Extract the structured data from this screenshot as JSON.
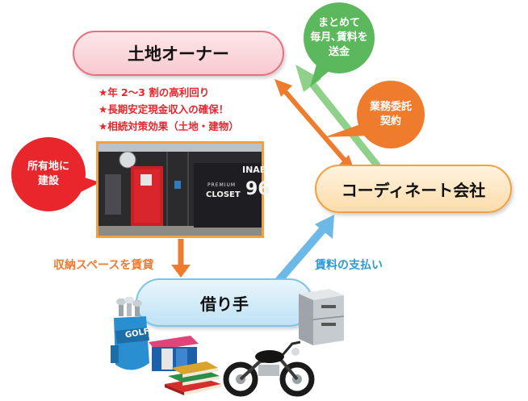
{
  "nodes": {
    "owner": "土地オーナー",
    "coordinator": "コーディネート会社",
    "borrower": "借り手"
  },
  "bubbles": {
    "monthly_rent": "まとめて\n毎月､賃料を\n送金",
    "contract": "業務委託\n契約",
    "build": "所有地に\n建設"
  },
  "benefits": [
    "★年 2～3 割の高利回り",
    "★長期安定現金収入の確保！",
    "★相続対策効果（土地・建物）"
  ],
  "edge_labels": {
    "lease": "収納スペースを賃貸",
    "payment": "賃料の支払い"
  },
  "photo_text": {
    "sign_line1": "PREMIUM",
    "sign_line2": "CLOSET",
    "sign_big": "INAB",
    "sign_num": "96"
  },
  "items": {
    "golf_text": "GOLF"
  },
  "colors": {
    "owner": "#f8c9cf",
    "coordinator": "#fddcaa",
    "borrower": "#bfe2f5",
    "green": "#5cb85c",
    "orange": "#ef7b2d",
    "red": "#e8262c",
    "blue_arrow": "#6cb8e6"
  }
}
